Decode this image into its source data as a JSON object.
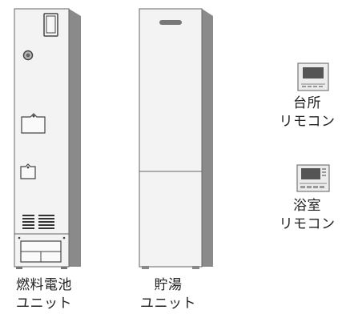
{
  "units": {
    "fuel_cell": {
      "label_line1": "燃料電池",
      "label_line2": "ユニット"
    },
    "storage": {
      "label_line1": "貯湯",
      "label_line2": "ユニット"
    }
  },
  "remotes": {
    "kitchen": {
      "label_line1": "台所",
      "label_line2": "リモコン"
    },
    "bath": {
      "label_line1": "浴室",
      "label_line2": "リモコン"
    }
  },
  "colors": {
    "panel_front": "#f3f3f3",
    "panel_side": "#8a8a8a",
    "outline": "#555555",
    "dark_detail": "#444444"
  }
}
